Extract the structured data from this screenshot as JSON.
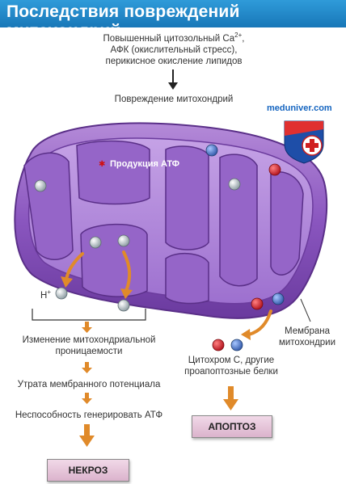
{
  "title": "Последствия повреждений митохондрий",
  "causes": {
    "line1": "Повышенный цитозольный Ca",
    "line1_sup": "2+",
    "line1_end": ",",
    "line2": "АФК (окислительный стресс),",
    "line3": "перикисное окисление липидов"
  },
  "damage_label": "Повреждение митохондрий",
  "atp_label": "Продукция АТФ",
  "h_label": "H",
  "h_sup": "+",
  "membrane_label": {
    "line1": "Мембрана",
    "line2": "митохондрии"
  },
  "left_chain": {
    "step1_line1": "Изменение митохондриальной",
    "step1_line2": "проницаемости",
    "step2": "Утрата мембранного потенциала",
    "step3": "Неспособность генерировать АТФ",
    "result": "НЕКРОЗ"
  },
  "right_chain": {
    "line1": "Цитохром С, другие",
    "line2": "проапоптозные белки",
    "result": "АПОПТОЗ"
  },
  "watermark": "meduniver.com",
  "colors": {
    "title_bg": "#1877b8",
    "mito": "#8e5cc0",
    "arrow": "#e08a2a",
    "box": "#dbb3cc"
  }
}
